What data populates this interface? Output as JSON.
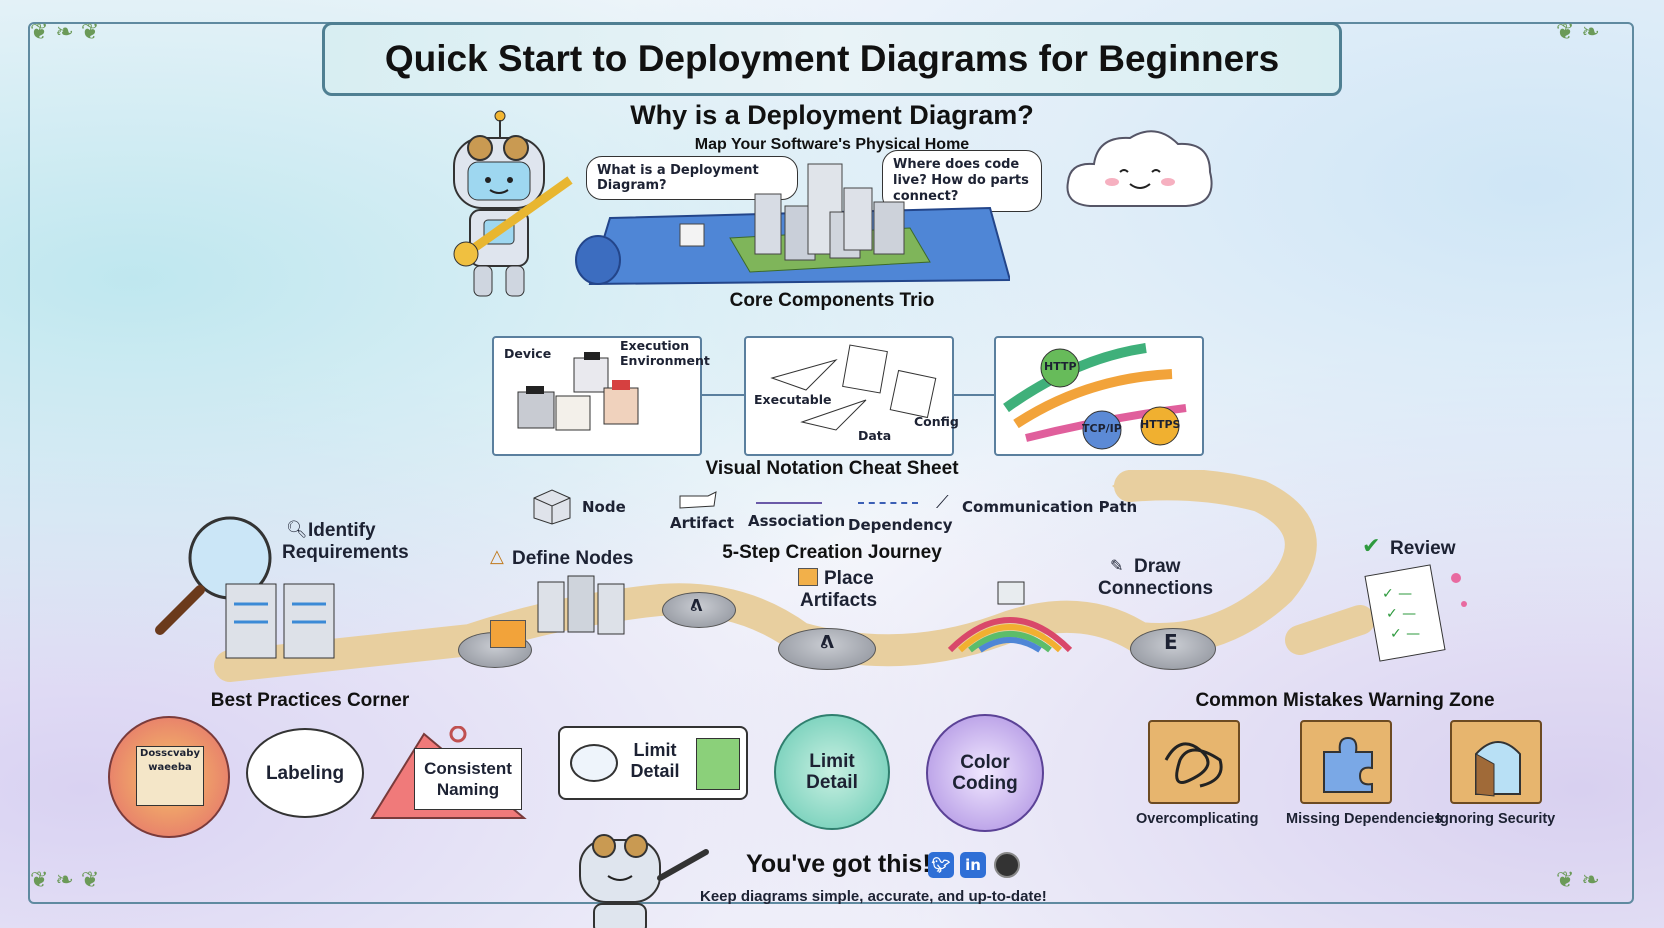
{
  "title": "Quick Start to Deployment Diagrams for Beginners",
  "intro": {
    "heading": "Why is a Deployment Diagram?",
    "subheading": "Map Your Software's Physical Home",
    "bubble_left": "What is a Deployment Diagram?",
    "bubble_right": "Where does code live? How do parts connect?"
  },
  "core": {
    "heading": "Core Components Trio",
    "nodes_box": {
      "device": "Device",
      "execution_environment": "Execution Environment"
    },
    "artifacts_box": {
      "executable": "Executable",
      "data": "Data",
      "config": "Config"
    },
    "paths_box": {
      "http": "HTTP",
      "tcpip": "TCP/IP",
      "https": "HTTPS"
    }
  },
  "notation": {
    "heading": "Visual Notation Cheat Sheet",
    "items": [
      "Node",
      "Artifact",
      "Association",
      "Dependency",
      "Communication Path"
    ]
  },
  "journey": {
    "heading": "5-Step Creation Journey",
    "steps": [
      "Identify Requirements",
      "Define Nodes",
      "Place Artifacts",
      "Draw Connections",
      "Review"
    ],
    "stone_marks": [
      "ᕕ",
      "ᕕ",
      "E"
    ]
  },
  "best_practices": {
    "heading": "Best Practices Corner",
    "badge_scribble": "Dosscvaby waeeba",
    "items": [
      "Labeling",
      "Consistent Naming",
      "Limit Detail",
      "Limit Detail",
      "Color Coding"
    ]
  },
  "mistakes": {
    "heading": "Common Mistakes Warning Zone",
    "items": [
      "Overcomplicating",
      "Missing Dependencies",
      "Ignoring Security"
    ]
  },
  "footer": {
    "cheer": "You've got this!",
    "tagline": "Keep diagrams simple, accurate, and up-to-date!",
    "social_icons": [
      "twitter-icon",
      "linkedin-icon",
      "github-icon"
    ],
    "linkedin_text": "in"
  },
  "colors": {
    "frame": "#5f8aa0",
    "path": "#e8cf9f",
    "accent_blue": "#2f6fd6",
    "vine": "#6b9a58"
  }
}
